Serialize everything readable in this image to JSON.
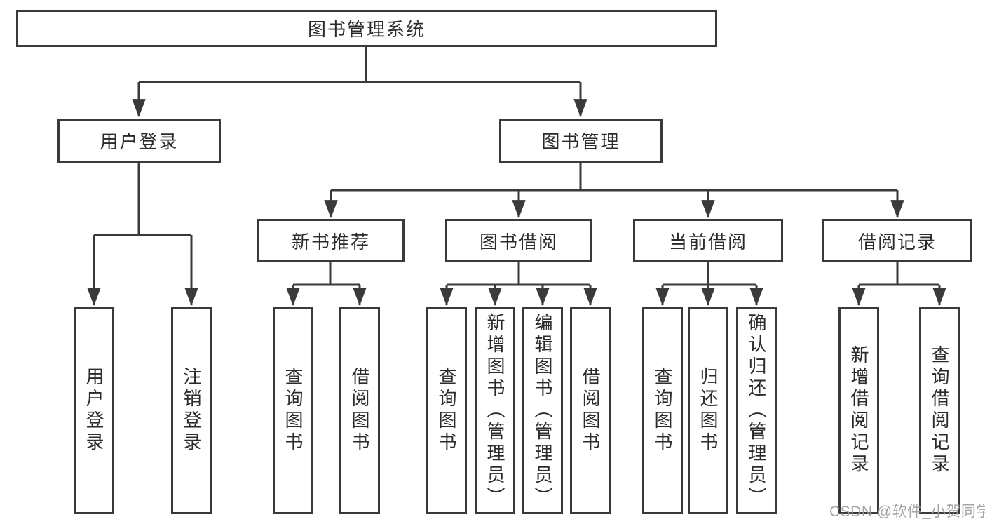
{
  "diagram": {
    "root": {
      "label": "图书管理系统"
    },
    "branches": [
      {
        "label": "用户登录",
        "children": [
          {
            "label": "用户登录"
          },
          {
            "label": "注销登录"
          }
        ]
      },
      {
        "label": "图书管理",
        "children": [
          {
            "label": "新书推荐",
            "children": [
              {
                "label": "查询图书"
              },
              {
                "label": "借阅图书"
              }
            ]
          },
          {
            "label": "图书借阅",
            "children": [
              {
                "label": "查询图书"
              },
              {
                "label": "新增图书（管理员）"
              },
              {
                "label": "编辑图书（管理员）"
              },
              {
                "label": "借阅图书"
              }
            ]
          },
          {
            "label": "当前借阅",
            "children": [
              {
                "label": "查询图书"
              },
              {
                "label": "归还图书"
              },
              {
                "label": "确认归还（管理员）"
              }
            ]
          },
          {
            "label": "借阅记录",
            "children": [
              {
                "label": "新增借阅记录"
              },
              {
                "label": "查询借阅记录"
              }
            ]
          }
        ]
      }
    ]
  },
  "watermark": {
    "text": "CSDN @软件_小贺同学"
  },
  "colors": {
    "line-color": "#3a3a3a",
    "text-color": "#2b2b2b",
    "watermark-color": "#9b9b9b"
  }
}
